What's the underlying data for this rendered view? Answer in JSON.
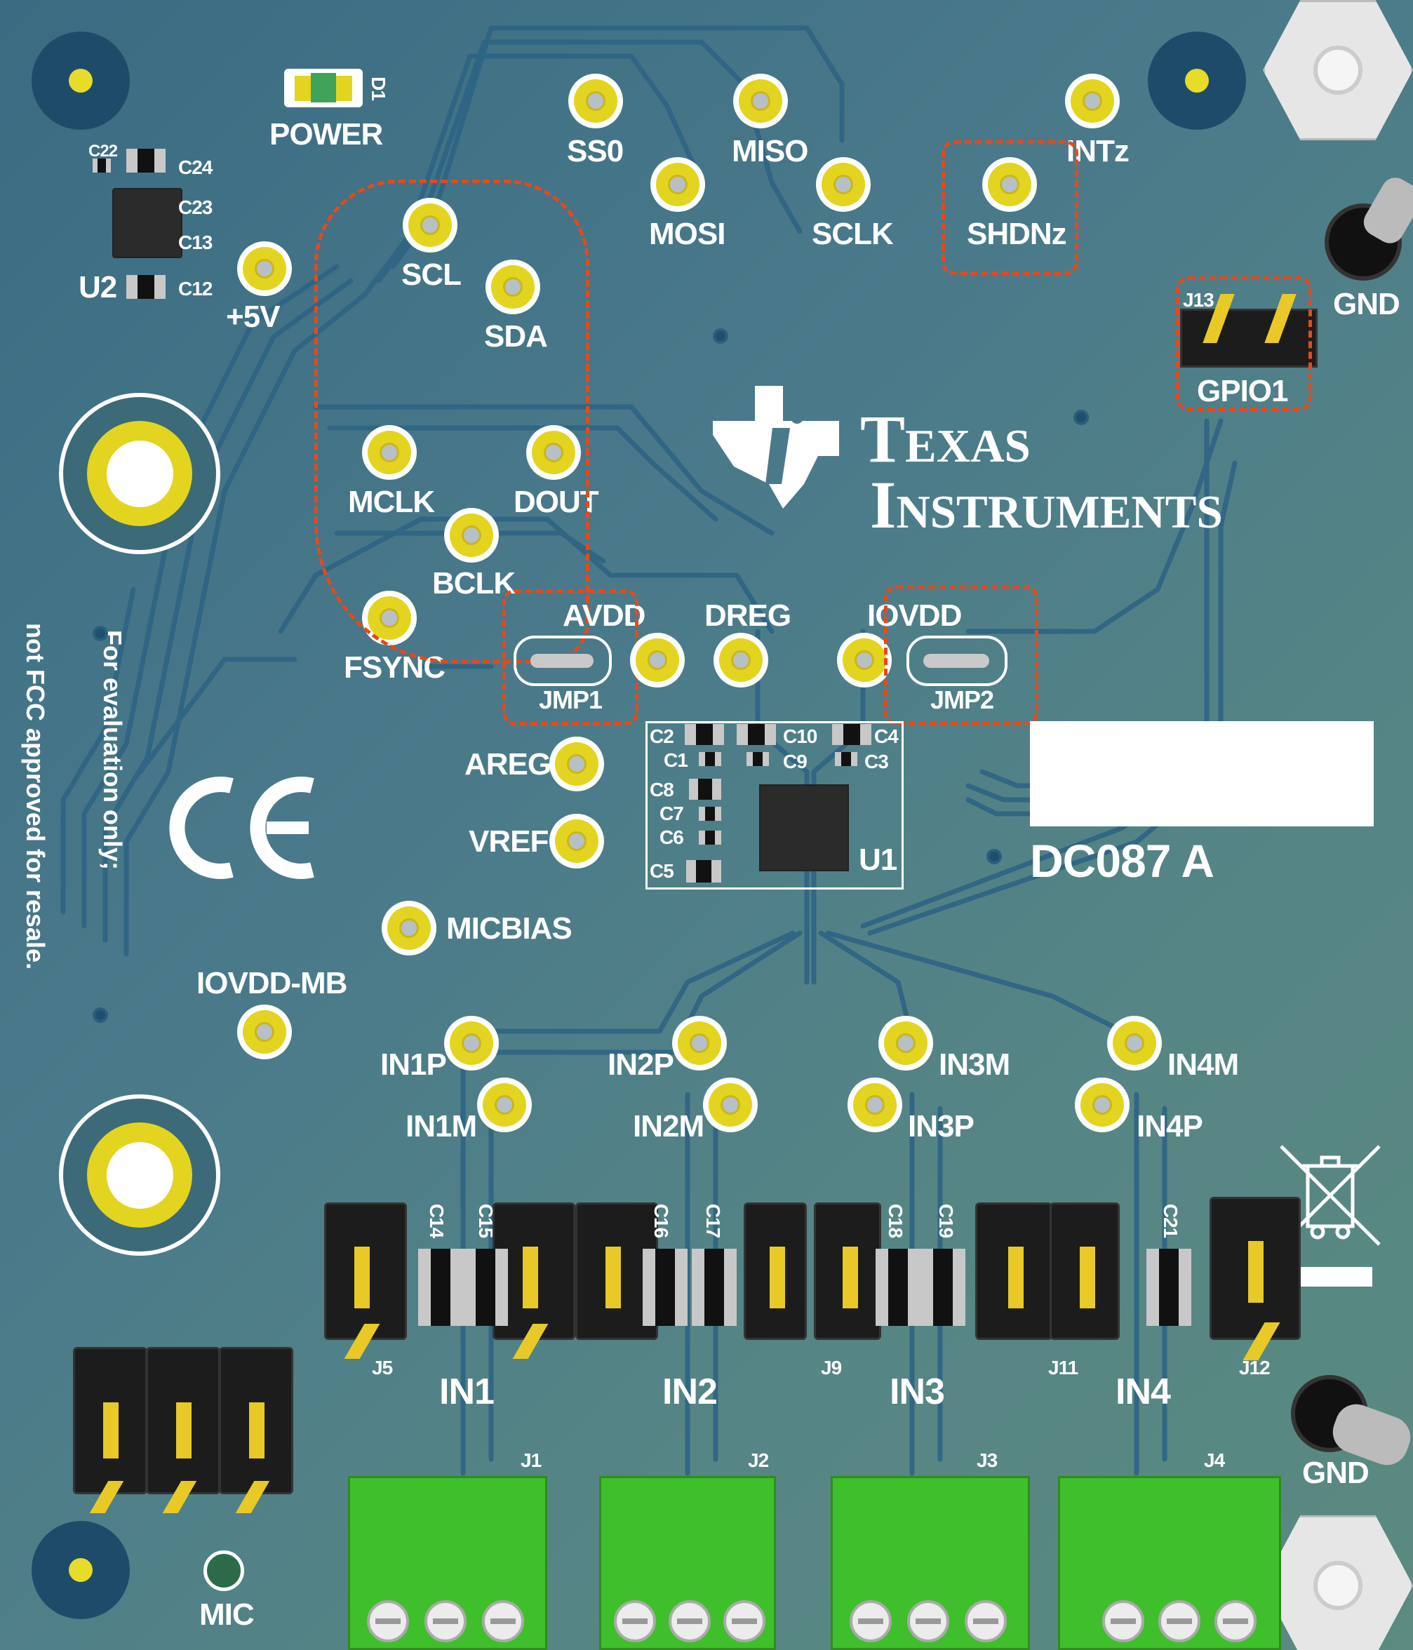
{
  "board": {
    "top_labels": {
      "power": "POWER",
      "d1": "D1",
      "u2": "U2",
      "plus5v": "+5V",
      "c22": "C22",
      "c24": "C24",
      "c23": "C23",
      "c13": "C13",
      "c12": "C12"
    },
    "test_points": {
      "ss0": "SS0",
      "mosi": "MOSI",
      "miso": "MISO",
      "sclk": "SCLK",
      "intz": "INTz",
      "shdnz": "SHDNz",
      "scl": "SCL",
      "sda": "SDA",
      "mclk": "MCLK",
      "dout": "DOUT",
      "bclk": "BCLK",
      "fsync": "FSYNC",
      "avdd": "AVDD",
      "dreg": "DREG",
      "iovdd": "IOVDD",
      "areg": "AREG",
      "vref": "VREF",
      "micbias": "MICBIAS",
      "iovdd_mb": "IOVDD-MB",
      "in1p": "IN1P",
      "in1m": "IN1M",
      "in2p": "IN2P",
      "in2m": "IN2M",
      "in3m": "IN3M",
      "in3p": "IN3P",
      "in4m": "IN4M",
      "in4p": "IN4P"
    },
    "jumpers": {
      "jmp1": "JMP1",
      "jmp2": "JMP2",
      "j13": "J13",
      "gpio1": "GPIO1"
    },
    "gnd_top": "GND",
    "gnd_bottom": "GND",
    "logo": {
      "line1": "Texas",
      "line2": "Instruments"
    },
    "board_id": "DC087  A",
    "u1": "U1",
    "caps_u1": {
      "c2": "C2",
      "c1": "C1",
      "c10": "C10",
      "c9": "C9",
      "c4": "C4",
      "c3": "C3",
      "c8": "C8",
      "c7": "C7",
      "c6": "C6",
      "c5": "C5"
    },
    "disclaimer": {
      "line1": "For evaluation only;",
      "line2": "not FCC approved for resale."
    },
    "ce_mark": "CE",
    "input_groups": {
      "in1": "IN1",
      "in2": "IN2",
      "in3": "IN3",
      "in4": "IN4"
    },
    "input_caps": {
      "c14": "C14",
      "c15": "C15",
      "c16": "C16",
      "c17": "C17",
      "c18": "C18",
      "c19": "C19",
      "c21": "C21"
    },
    "headers": {
      "j5": "J5",
      "j9": "J9",
      "j11": "J11",
      "j12": "J12"
    },
    "terminals": {
      "j1": "J1",
      "j2": "J2",
      "j3": "J3",
      "j4": "J4"
    },
    "mic": "MIC",
    "colors": {
      "board": "#4a7a8a",
      "pad": "#e3d41f",
      "highlight": "#e34a1e",
      "terminal": "#3fbf2b"
    },
    "icons": [
      "weee-bin-icon",
      "ce-mark-icon",
      "ti-logo-icon"
    ]
  }
}
